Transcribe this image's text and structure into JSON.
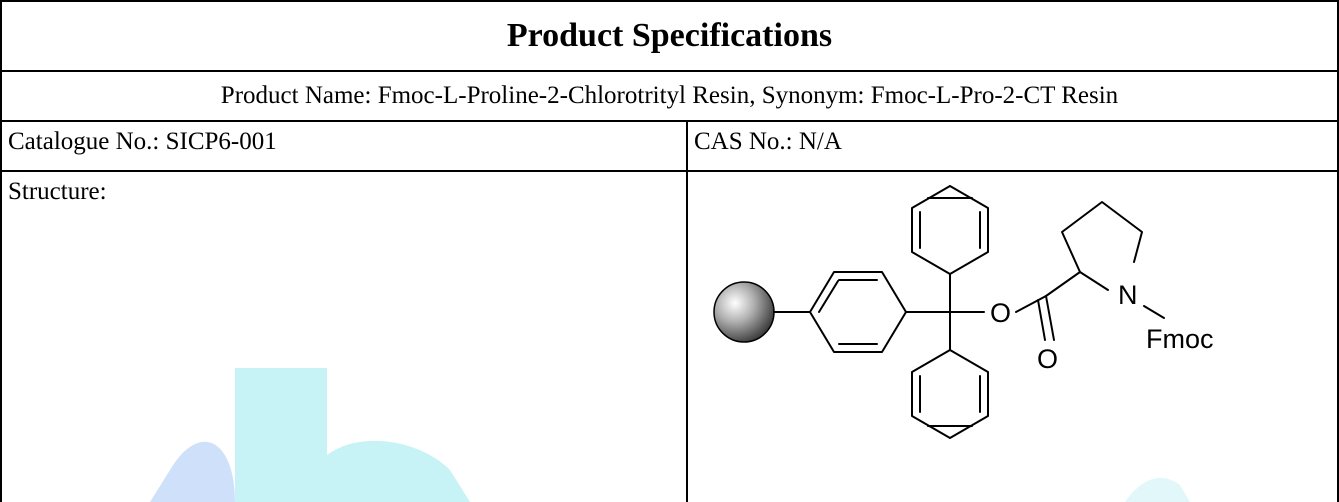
{
  "document": {
    "title": "Product Specifications",
    "product_line": "Product Name: Fmoc-L-Proline-2-Chlorotrityl Resin, Synonym: Fmoc-L-Pro-2-CT Resin",
    "catalogue": "Catalogue No.: SICP6-001",
    "cas": "CAS No.: N/A",
    "structure_label": "Structure:"
  },
  "structure": {
    "atoms": {
      "oxygen_ether": "O",
      "oxygen_carbonyl": "O",
      "nitrogen": "N",
      "protecting_group": "Fmoc"
    }
  },
  "colors": {
    "watermark": "#c8f3f6",
    "watermark_blue": "#cfe0fb",
    "border": "#000000"
  }
}
